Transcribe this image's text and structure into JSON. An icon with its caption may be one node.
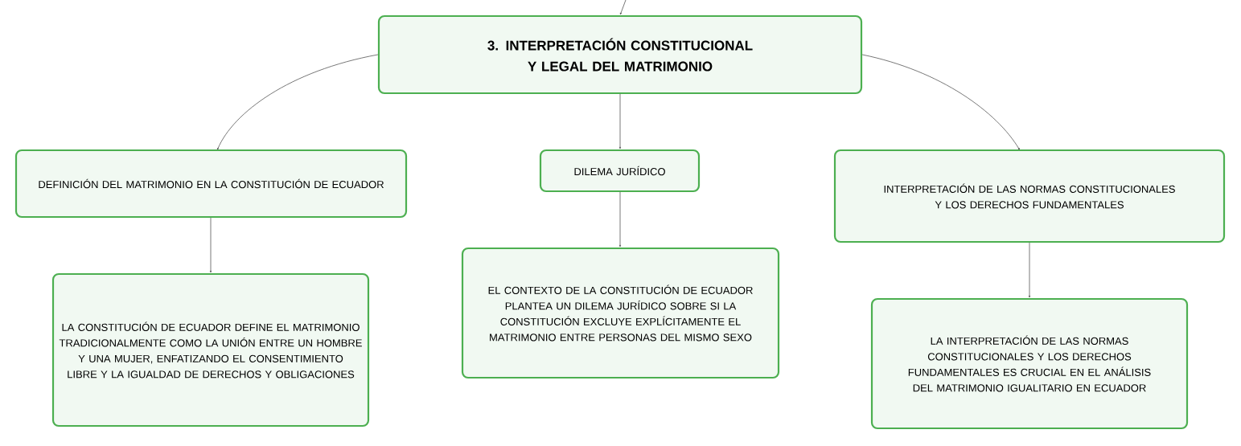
{
  "diagram": {
    "nodes": [
      {
        "text": [
          "3. INTERPRETACIÓN CONSTITUCIONAL Y LEGAL DEL MATRIMONIO"
        ]
      },
      {
        "text": [
          "DEFINICIÓN DEL MATRIMONIO EN LA CONSTITUCIÓN DE ECUADOR"
        ]
      },
      {
        "text": [
          "DILEMA JURÍDICO"
        ]
      },
      {
        "text": [
          "INTERPRETACIÓN DE LAS NORMAS CONSTITUCIONALES Y LOS DERECHOS FUNDAMENTALES"
        ]
      },
      {
        "text": [
          "LA CONSTITUCIÓN DE ECUADOR DEFINE EL MATRIMONIO TRADICIONALMENTE COMO LA UNIÓN ENTRE UN HOMBRE Y UNA MUJER, ENFATIZANDO EL CONSENTIMIENTO LIBRE Y LA IGUALDAD DE DERECHOS Y OBLIGACIONES"
        ]
      },
      {
        "text": [
          "EL CONTEXTO DE LA CONSTITUCIÓN DE ECUADOR PLANTEA UN DILEMA JURÍDICO SOBRE SI LA CONSTITUCIÓN EXCLUYE EXPLÍCITAMENTE EL MATRIMONIO ENTRE PERSONAS DEL MISMO SEXO"
        ]
      },
      {
        "text": [
          "LA INTERPRETACIÓN DE LAS NORMAS CONSTITUCIONALES Y LOS DERECHOS FUNDAMENTALES ES CRUCIAL EN EL ANÁLISIS DEL MATRIMONIO IGUALITARIO EN ECUADOR"
        ]
      }
    ],
    "edges": [
      {
        "from": null,
        "to": 0,
        "arrow": "to"
      },
      {
        "from": 0,
        "to": 1,
        "arrow": "to"
      },
      {
        "from": 0,
        "to": 2,
        "arrow": "to"
      },
      {
        "from": 0,
        "to": 3,
        "arrow": "to"
      },
      {
        "from": 1,
        "to": 4,
        "arrow": "to"
      },
      {
        "from": 2,
        "to": 5,
        "arrow": "to"
      },
      {
        "from": 3,
        "to": 6,
        "arrow": "to"
      }
    ]
  }
}
